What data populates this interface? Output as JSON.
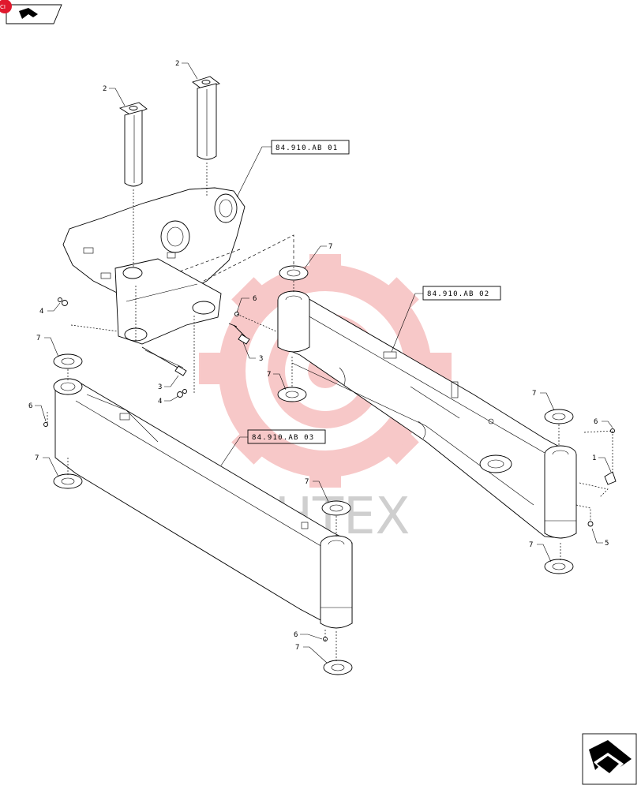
{
  "watermark": {
    "text": "ИНТЕХ",
    "gear_color": "#f7c7c7",
    "text_color": "#cfcfcf"
  },
  "top_left_badge": {
    "text": "CI",
    "color": "#e0182d"
  },
  "callouts": [
    {
      "id": "c2a",
      "label": "2"
    },
    {
      "id": "c2b",
      "label": "2"
    },
    {
      "id": "c4a",
      "label": "4"
    },
    {
      "id": "c6a",
      "label": "6"
    },
    {
      "id": "c3a",
      "label": "3"
    },
    {
      "id": "c3b",
      "label": "3"
    },
    {
      "id": "c4b",
      "label": "4"
    },
    {
      "id": "c7a",
      "label": "7"
    },
    {
      "id": "c7b",
      "label": "7"
    },
    {
      "id": "c7c",
      "label": "7"
    },
    {
      "id": "c7d",
      "label": "7"
    },
    {
      "id": "c7e",
      "label": "7"
    },
    {
      "id": "c7f",
      "label": "7"
    },
    {
      "id": "c7g",
      "label": "7"
    },
    {
      "id": "c7h",
      "label": "7"
    },
    {
      "id": "c6b",
      "label": "6"
    },
    {
      "id": "c6c",
      "label": "6"
    },
    {
      "id": "c6d",
      "label": "6"
    },
    {
      "id": "c1",
      "label": "1"
    },
    {
      "id": "c5",
      "label": "5"
    }
  ],
  "reference_boxes": [
    {
      "id": "ref1",
      "label": "84.910.AB 01"
    },
    {
      "id": "ref2",
      "label": "84.910.AB 02"
    },
    {
      "id": "ref3",
      "label": "84.910.AB 03"
    }
  ],
  "icons": {
    "top_left": "next-page-arrow-icon",
    "bottom_right": "next-page-arrow-icon"
  }
}
